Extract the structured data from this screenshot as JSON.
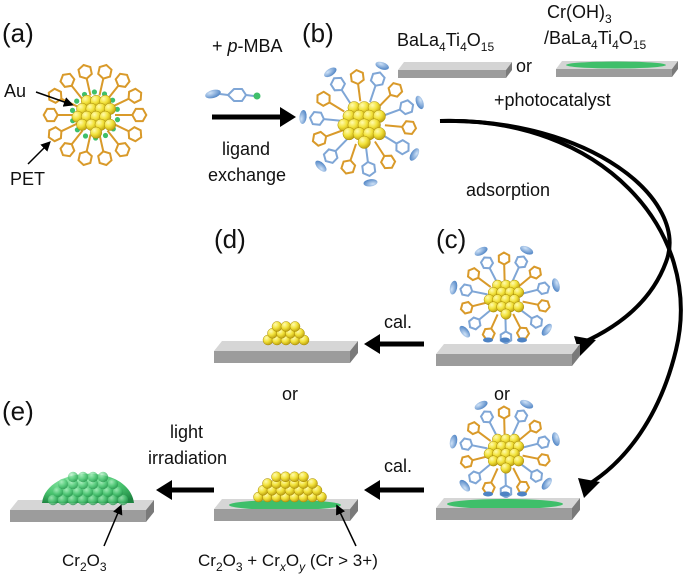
{
  "panels": {
    "a": "(a)",
    "b": "(b)",
    "c": "(c)",
    "d": "(d)",
    "e": "(e)"
  },
  "labels": {
    "au": "Au",
    "pet": "PET",
    "plus_pmba": {
      "pre": "+ ",
      "italic": "p",
      "post": "-MBA"
    },
    "ligand": "ligand",
    "exchange": "exchange",
    "support1": {
      "parts": [
        "BaLa",
        "4",
        "Ti",
        "4",
        "O",
        "15"
      ]
    },
    "support2_line1": {
      "parts": [
        "Cr(OH)",
        "3"
      ]
    },
    "support2_line2": {
      "parts": [
        "/BaLa",
        "4",
        "Ti",
        "4",
        "O",
        "15"
      ]
    },
    "or": "or",
    "photocatalyst": "+photocatalyst",
    "adsorption": "adsorption",
    "cal": "cal.",
    "light": "light",
    "irradiation": "irradiation",
    "cr2o3": {
      "parts": [
        "Cr",
        "2",
        "O",
        "3"
      ]
    },
    "mixed_oxide": {
      "parts": [
        "Cr",
        "2",
        "O",
        "3",
        " + Cr",
        "x",
        "O",
        "y",
        " (Cr > 3+)"
      ]
    }
  },
  "colors": {
    "gold_core": "#f2e23a",
    "gold_shell": "#b89a0c",
    "ligand_orange": "#d99a2a",
    "mba_blue": "#7fa6d6",
    "oxide_green": "#3fbf6a",
    "slab_gray": "#9c9c9c",
    "arrow": "#000000"
  }
}
